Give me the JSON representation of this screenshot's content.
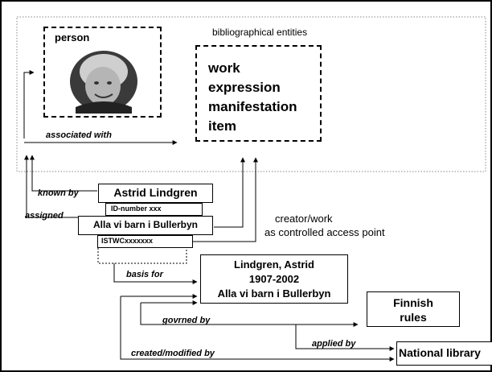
{
  "bibliographical_area": {
    "label": "bibliographical entities"
  },
  "person_box": {
    "label": "person",
    "photo_alt": "portrait photo"
  },
  "work_box": {
    "lines": [
      "work",
      "expression",
      "manifestation",
      "item"
    ]
  },
  "arrow_labels": {
    "associated_with": "associated with",
    "known_by": "known by",
    "assigned": "assigned",
    "basis_for": "basis for",
    "govrned_by": "govrned by",
    "applied_by": "applied by",
    "created_modified_by": "created/modified by"
  },
  "name_box": {
    "label": "Astrid Lindgren"
  },
  "id_box": {
    "label": "ID-number xxx"
  },
  "title_box": {
    "label": "Alla vi barn i Bullerbyn"
  },
  "istwc_box": {
    "label": "ISTWCxxxxxxx"
  },
  "controlled_note": {
    "lines": [
      "creator/work",
      "as controlled access point"
    ]
  },
  "access_point_box": {
    "lines": [
      "Lindgren, Astrid",
      "1907-2002",
      "Alla vi barn i Bullerbyn"
    ]
  },
  "rules_box": {
    "lines": [
      "Finnish",
      "rules"
    ]
  },
  "library_box": {
    "label": "National library"
  },
  "colors": {
    "line": "#000000",
    "dotted_frame": "#888888",
    "background": "#ffffff"
  }
}
